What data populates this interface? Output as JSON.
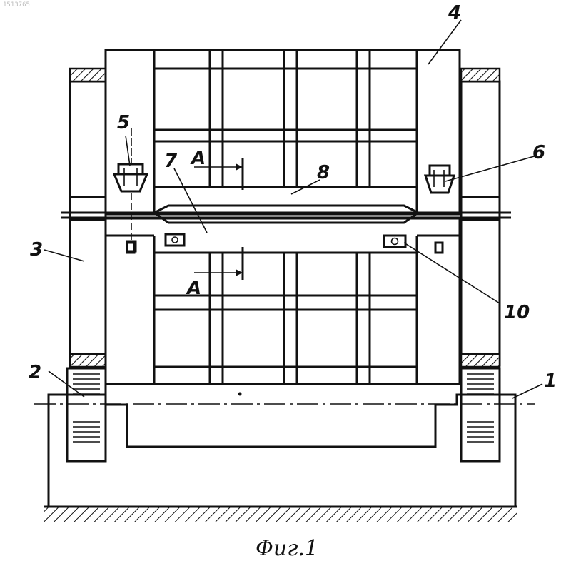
{
  "corner_mark": "1513765",
  "labels": {
    "l1": "1",
    "l2": "2",
    "l3": "3",
    "l4": "4",
    "l5": "5",
    "l6": "6",
    "l7": "7",
    "l8": "8",
    "l10": "10",
    "sectionA_top": "A",
    "sectionA_bottom": "A"
  },
  "caption": "Фиг.1"
}
